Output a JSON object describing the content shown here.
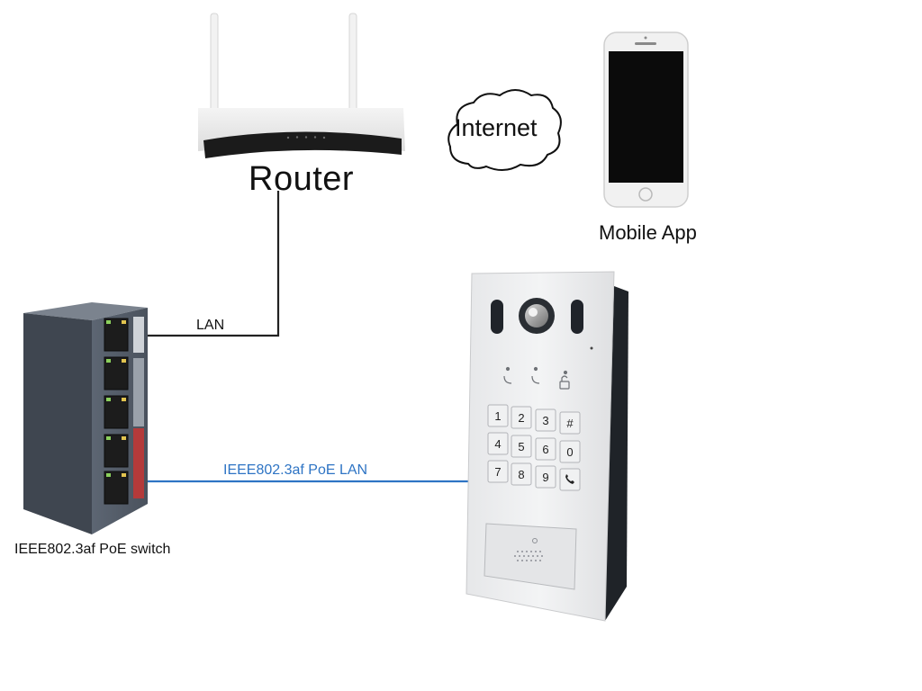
{
  "nodes": {
    "router": {
      "label": "Router"
    },
    "internet": {
      "label": "Internet"
    },
    "mobile": {
      "label": "Mobile App"
    },
    "switch": {
      "label": "IEEE802.3af PoE switch"
    },
    "door_station": {
      "keypad": [
        "1",
        "2",
        "3",
        "#",
        "4",
        "5",
        "6",
        "0",
        "7",
        "8",
        "9",
        "call-icon"
      ]
    }
  },
  "edges": {
    "lan": {
      "label": "LAN",
      "color": "#222222"
    },
    "poe_lan": {
      "label": "IEEE802.3af PoE LAN",
      "color": "#2e74c4"
    }
  }
}
